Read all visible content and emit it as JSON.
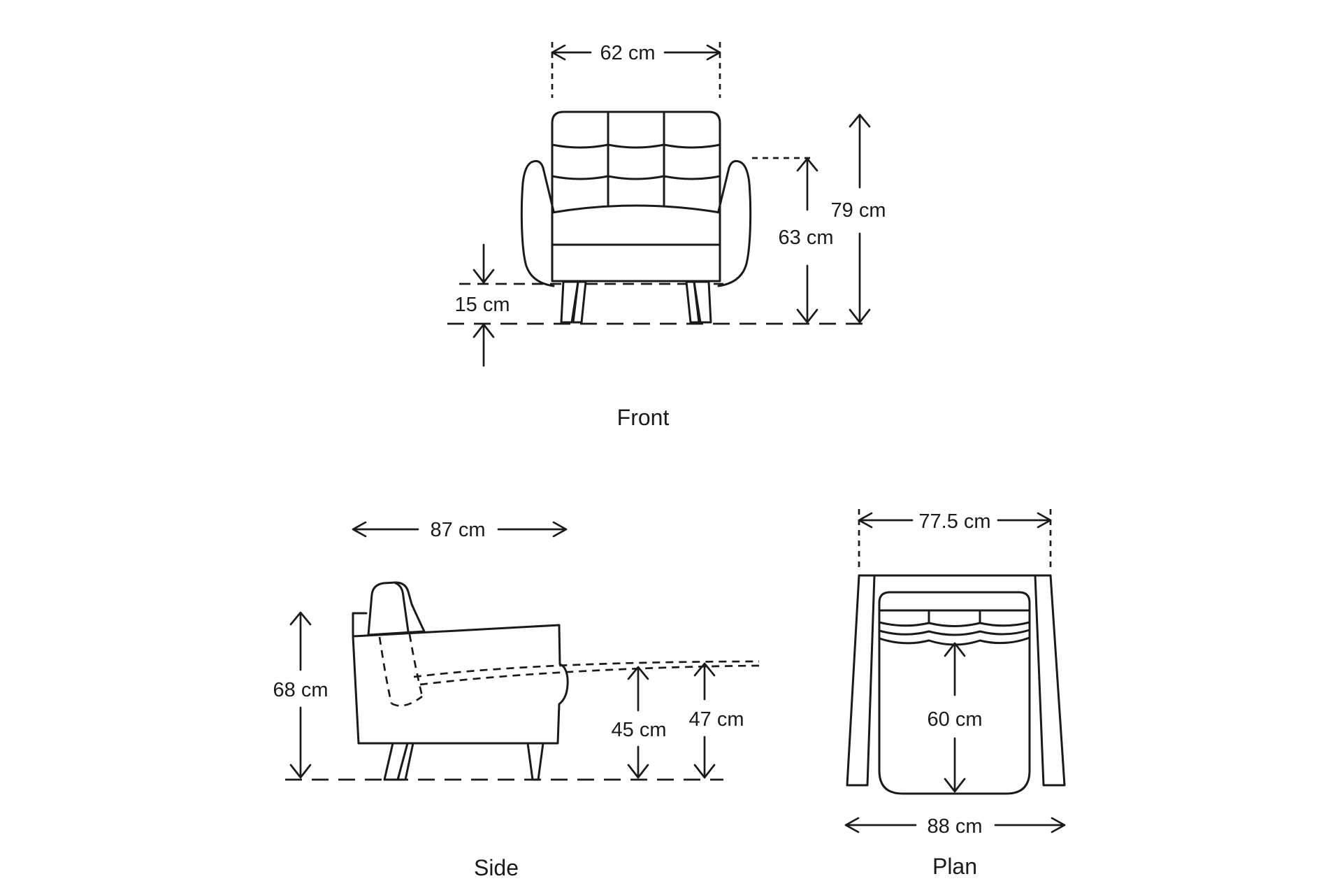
{
  "views": {
    "front": {
      "label": "Front",
      "dims": {
        "width": "62 cm",
        "total_height": "79 cm",
        "arm_height": "63 cm",
        "leg_height": "15 cm"
      }
    },
    "side": {
      "label": "Side",
      "dims": {
        "depth": "87 cm",
        "back_height": "68 cm",
        "seat_height": "45 cm",
        "arm_front_height": "47 cm"
      }
    },
    "plan": {
      "label": "Plan",
      "dims": {
        "back_width": "77.5 cm",
        "seat_depth": "60 cm",
        "overall_width": "88 cm"
      }
    }
  },
  "colors": {
    "line": "#1a1a1a",
    "background": "#ffffff"
  }
}
